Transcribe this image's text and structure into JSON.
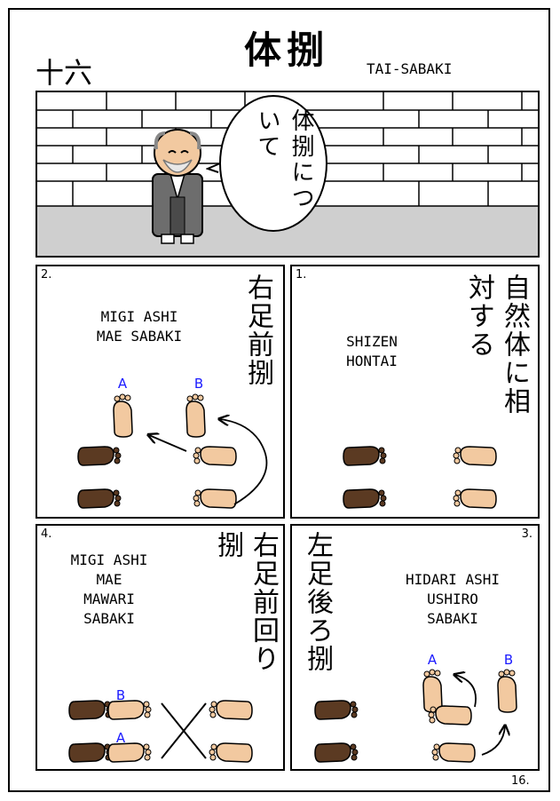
{
  "header": {
    "chapter_kanji": "十六",
    "title_kanji": "体捌",
    "title_romaji": "TAI-SABAKI"
  },
  "intro": {
    "speech": "体捌について"
  },
  "panels": [
    {
      "number": "1.",
      "kanji": "自然体に相対する",
      "romaji_lines": [
        "SHIZEN",
        "HONTAI"
      ]
    },
    {
      "number": "2.",
      "kanji": "右足前捌",
      "romaji_lines": [
        "MIGI ASHI",
        "MAE SABAKI"
      ],
      "marks": [
        "A",
        "B"
      ]
    },
    {
      "number": "3.",
      "kanji": "左足後ろ捌",
      "romaji_lines": [
        "HIDARI ASHI",
        "USHIRO",
        "SABAKI"
      ],
      "marks": [
        "A",
        "B"
      ]
    },
    {
      "number": "4.",
      "kanji": "右足前回り捌",
      "romaji_lines": [
        "MIGI ASHI",
        "MAE",
        "MAWARI",
        "SABAKI"
      ],
      "marks": [
        "B",
        "A"
      ]
    }
  ],
  "footer": {
    "page_number": "16."
  },
  "colors": {
    "own_foot": "#f2c9a0",
    "partner_foot": "#5b3a22",
    "mark": "#1a1aff",
    "floor": "#cfcfcf"
  }
}
